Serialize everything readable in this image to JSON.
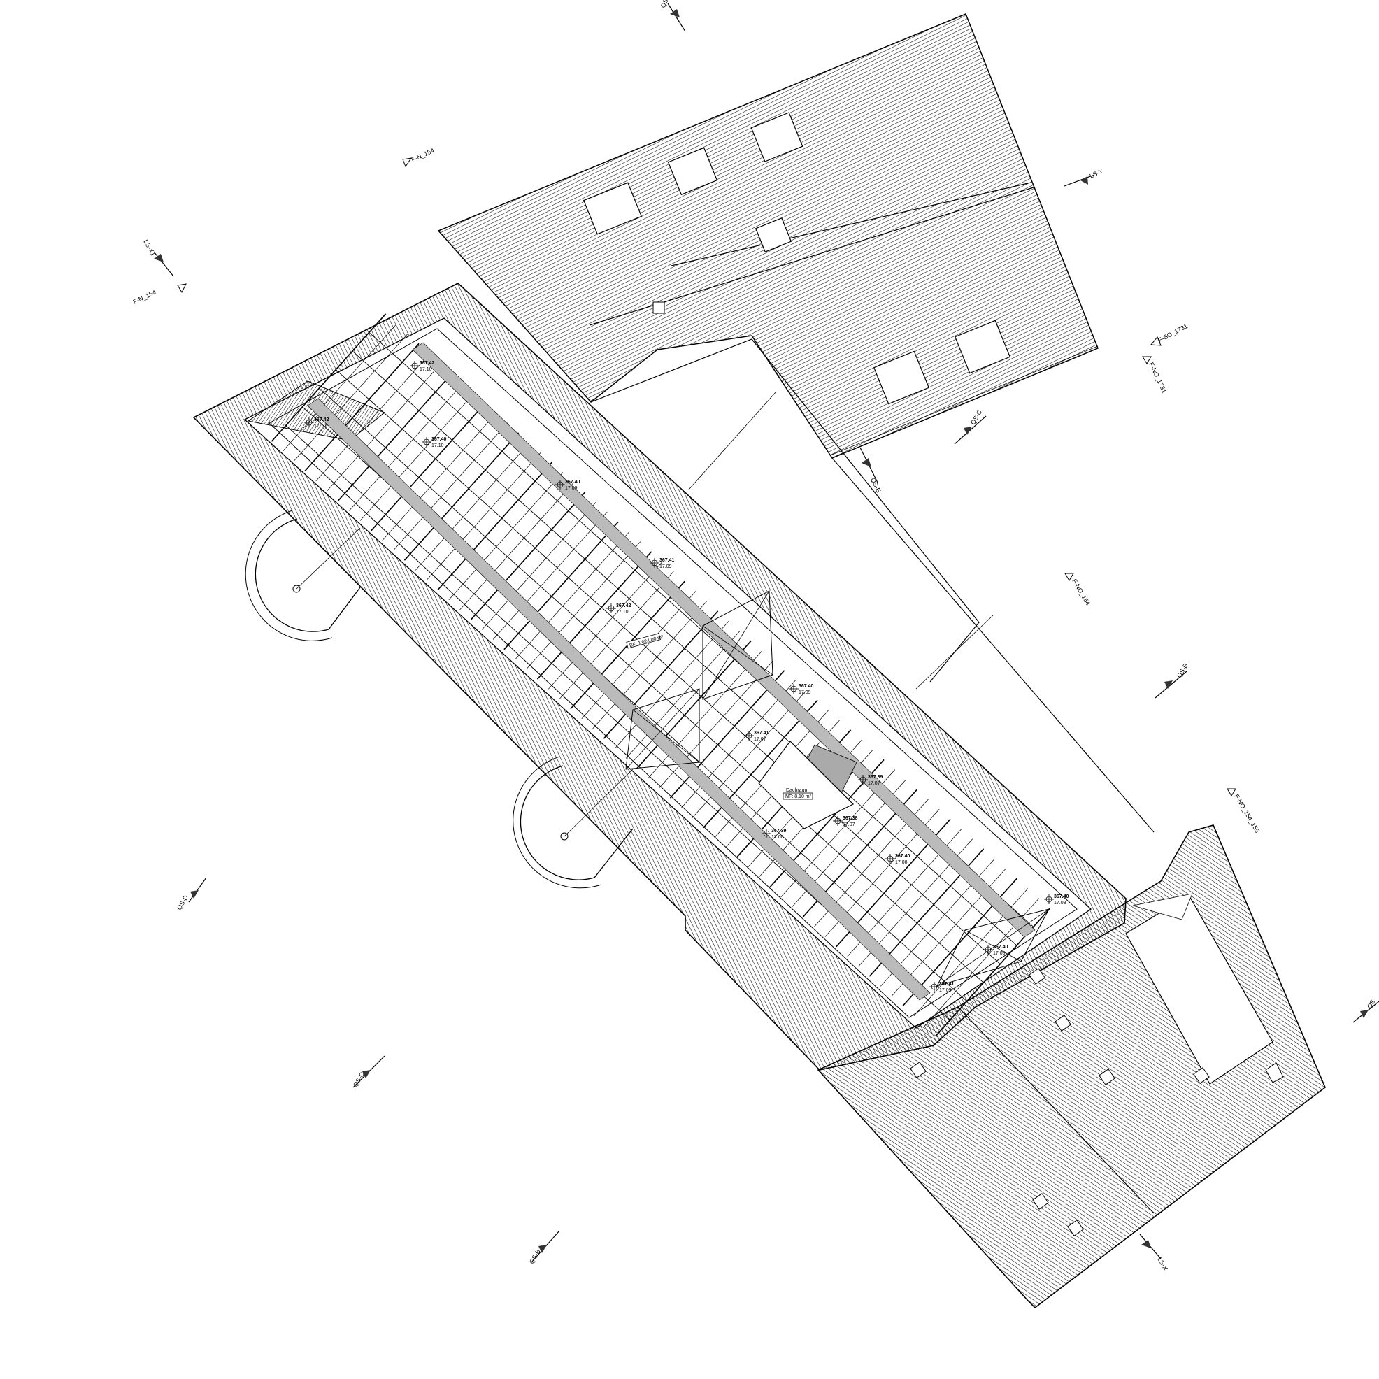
{
  "section_markers": [
    {
      "id": "qs-e-top",
      "text": "QS-E"
    },
    {
      "id": "qs-e-mid",
      "text": "QS-E"
    },
    {
      "id": "qs-c-upper",
      "text": "QS-C"
    },
    {
      "id": "qs-c-lower",
      "text": "QS-C"
    },
    {
      "id": "qs-b-right",
      "text": "QS-B"
    },
    {
      "id": "qs-b-bottom",
      "text": "QS-B"
    },
    {
      "id": "qs-d",
      "text": "QS-D"
    },
    {
      "id": "ls-x1",
      "text": "LS-X1"
    },
    {
      "id": "ls-y",
      "text": "LS-Y"
    },
    {
      "id": "ls-x",
      "text": "LS-X"
    },
    {
      "id": "qs-edge",
      "text": "QS"
    }
  ],
  "view_markers": [
    {
      "id": "fn-154-top",
      "text": "F-N_154"
    },
    {
      "id": "fn-154-left",
      "text": "F-N_154"
    },
    {
      "id": "fso-1731",
      "text": "F-SO_1731"
    },
    {
      "id": "fno-1731",
      "text": "F-NO_1731"
    },
    {
      "id": "fno-154",
      "text": "F-NO_154"
    },
    {
      "id": "fno-154-155",
      "text": "F-NO_154_155"
    }
  ],
  "level_points": [
    {
      "id": "lp1",
      "upper": "367.42",
      "lower": "17.10"
    },
    {
      "id": "lp2",
      "upper": "367.42",
      "lower": "17.10"
    },
    {
      "id": "lp3",
      "upper": "367.40",
      "lower": "17.10"
    },
    {
      "id": "lp4",
      "upper": "367.40",
      "lower": "17.09"
    },
    {
      "id": "lp5",
      "upper": "367.41",
      "lower": "17.09"
    },
    {
      "id": "lp6",
      "upper": "367.42",
      "lower": "17.10"
    },
    {
      "id": "lp7",
      "upper": "367.40",
      "lower": "17.09"
    },
    {
      "id": "lp8",
      "upper": "367.41",
      "lower": "17.07"
    },
    {
      "id": "lp9",
      "upper": "367.39",
      "lower": "17.07"
    },
    {
      "id": "lp10",
      "upper": "367.38",
      "lower": "17.07"
    },
    {
      "id": "lp11",
      "upper": "367.39",
      "lower": "17.08"
    },
    {
      "id": "lp12",
      "upper": "367.40",
      "lower": "17.08"
    },
    {
      "id": "lp13",
      "upper": "367.40",
      "lower": "17.08"
    },
    {
      "id": "lp14",
      "upper": "367.40",
      "lower": "17.08"
    },
    {
      "id": "lp15",
      "upper": "367.41",
      "lower": "17.09"
    }
  ],
  "room_tag": {
    "name": "Dachraum",
    "area": "NF: 8.10 m²"
  },
  "note_tag": {
    "text": "BF: 1'024.00 m²"
  }
}
